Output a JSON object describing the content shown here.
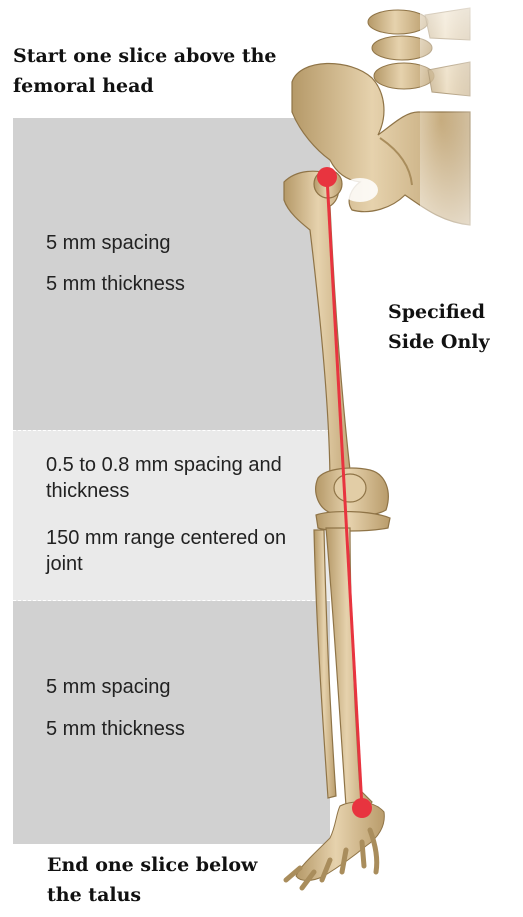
{
  "labels": {
    "top": "Start one slice above the femoral head",
    "bottom": "End one slice below the talus",
    "side": "Specified Side Only"
  },
  "bands": {
    "upper": {
      "line1": "5 mm spacing",
      "line2": "5 mm thickness"
    },
    "knee": {
      "line1": "0.5 to 0.8 mm spacing and thickness",
      "line2": "150 mm range centered on joint"
    },
    "lower": {
      "line1": "5 mm spacing",
      "line2": "5 mm thickness"
    }
  },
  "colors": {
    "band_dark": "#d1d1d1",
    "band_light": "#eaeaea",
    "bone": "#d9c29b",
    "bone_shade": "#b59968",
    "marker": "#e8343f"
  }
}
